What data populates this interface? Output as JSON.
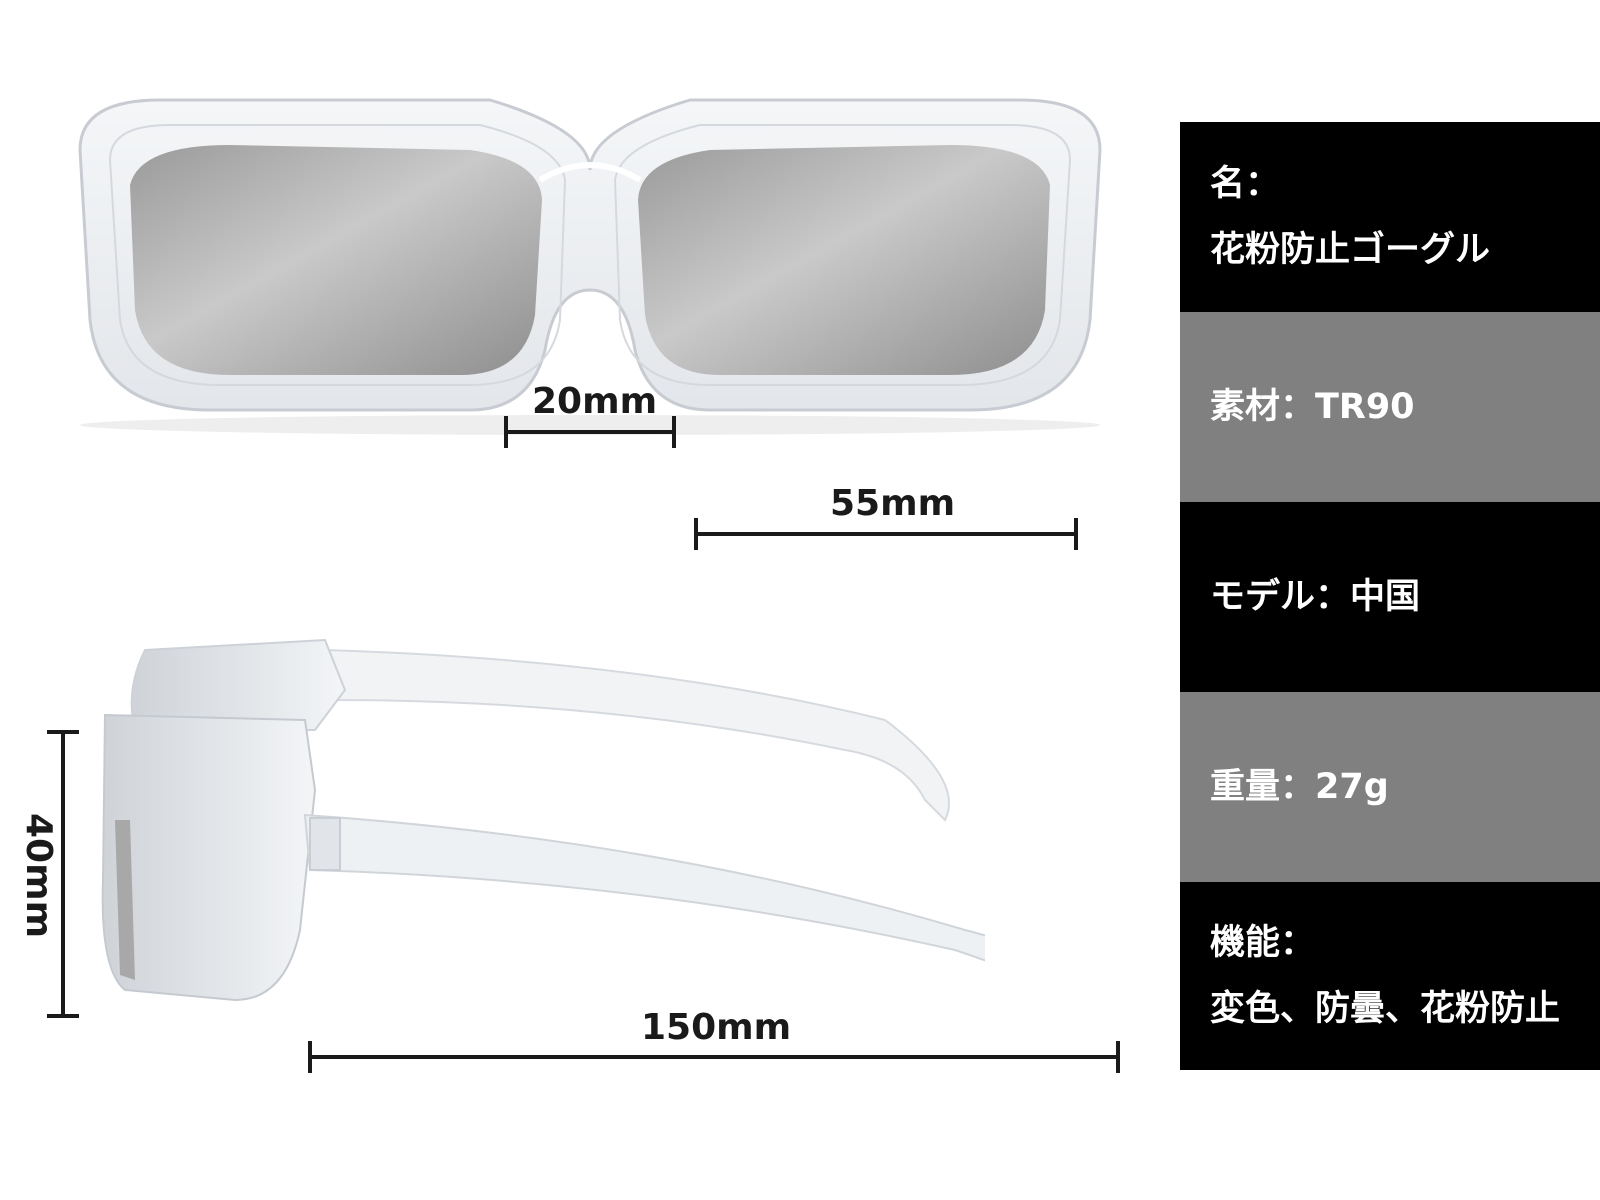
{
  "dimensions": {
    "bridge": "20mm",
    "lens_width": "55mm",
    "height": "40mm",
    "temple_length": "150mm"
  },
  "specs": [
    {
      "label": "名：",
      "value": "花粉防止ゴーグル",
      "bg": "#000000"
    },
    {
      "label": "素材：TR90",
      "value": "",
      "bg": "#808080"
    },
    {
      "label": "モデル：中国",
      "value": "",
      "bg": "#000000"
    },
    {
      "label": "重量：27g",
      "value": "",
      "bg": "#808080"
    },
    {
      "label": "機能：",
      "value": "変色、防曇、花粉防止",
      "bg": "#000000"
    }
  ],
  "colors": {
    "panel_dark": "#000000",
    "panel_gray": "#808080",
    "dimension_line": "#1a1a1a",
    "lens_tint": "#a9a9a9"
  },
  "icons": {
    "front": "glasses-front-view-icon",
    "side": "glasses-side-view-icon"
  }
}
